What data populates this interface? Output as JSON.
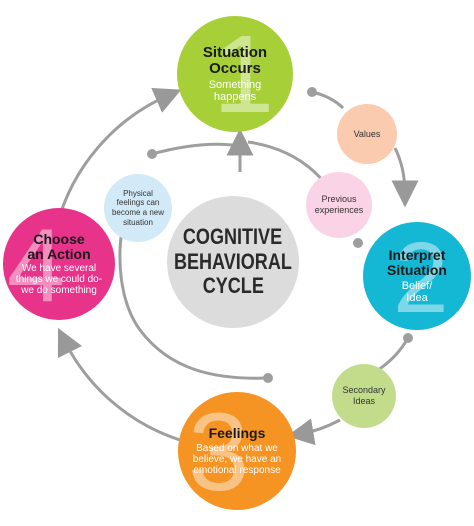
{
  "center": {
    "line1": "COGNITIVE",
    "line2": "BEHAVIORAL",
    "line3": "CYCLE"
  },
  "nodes": {
    "situation": {
      "number": "1",
      "title1": "Situation",
      "title2": "Occurs",
      "sub1": "Something",
      "sub2": "happens",
      "color": "#a6cf38"
    },
    "interpret": {
      "number": "2",
      "title1": "Interpret",
      "title2": "Situation",
      "sub1": "Belief/",
      "sub2": "Idea",
      "color": "#14b7d4"
    },
    "feelings": {
      "number": "3",
      "title1": "Feelings",
      "sub1": "Based on what we",
      "sub2": "believe, we have an",
      "sub3": "emotional response",
      "color": "#f59323"
    },
    "action": {
      "number": "4",
      "title1": "Choose",
      "title2": "an Action",
      "sub1": "We have several",
      "sub2": "things we could do-",
      "sub3": "we do something",
      "color": "#e7338a"
    }
  },
  "small_nodes": {
    "values": {
      "label": "Values",
      "color": "#fbcbb0"
    },
    "previous": {
      "line1": "Previous",
      "line2": "experiences",
      "color": "#fbd3e6"
    },
    "secondary": {
      "line1": "Secondary",
      "line2": "Ideas",
      "color": "#c3dc8c"
    },
    "physical": {
      "line1": "Physical",
      "line2": "feelings can",
      "line3": "become a new",
      "line4": "situation",
      "color": "#d2eaf7"
    }
  }
}
